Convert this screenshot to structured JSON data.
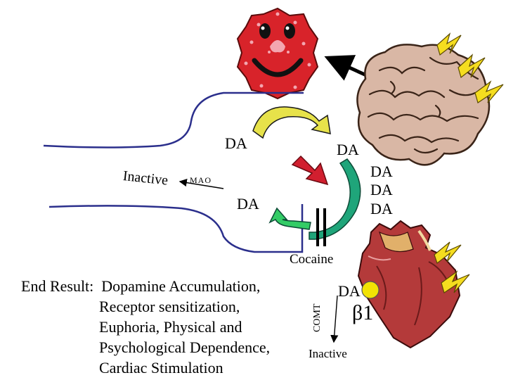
{
  "labels": {
    "da_presynaptic": "DA",
    "da_released": "DA",
    "da_stack": [
      "DA",
      "DA",
      "DA"
    ],
    "da_recycled": "DA",
    "da_heart": "DA",
    "inactive_top": "Inactive",
    "mao": "MAO",
    "cocaine": "Cocaine",
    "comt": "COMT",
    "inactive_bottom": "Inactive",
    "beta1": "β1"
  },
  "end_result": {
    "heading": "End Result:",
    "lines": [
      "Dopamine Accumulation,",
      "Receptor sensitization,",
      "Euphoria, Physical and",
      "Psychological Dependence,",
      "Cardiac Stimulation"
    ]
  },
  "colors": {
    "face": "#d8232a",
    "face_spots": "#f3a6b0",
    "curved_arrow_yellow": "#e7e24a",
    "curved_arrow_green": "#1fa57a",
    "recycle_green": "#33cc66",
    "red_arrow": "#d11f2f",
    "receptor_dot": "#f2e205",
    "lightning": "#f5dd1f"
  }
}
